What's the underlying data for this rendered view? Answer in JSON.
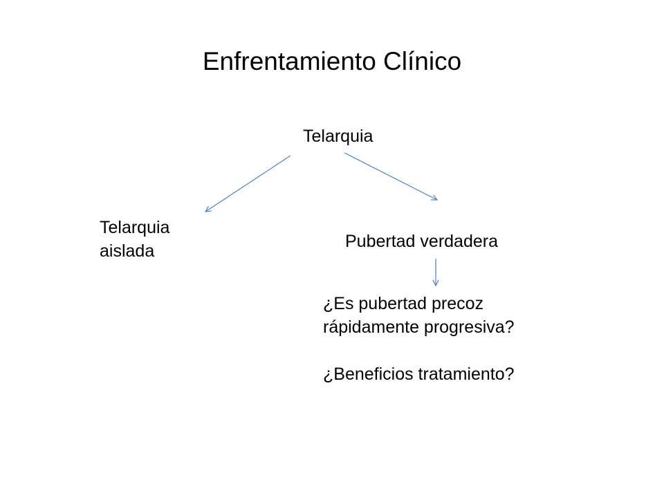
{
  "slide": {
    "title": "Enfrentamiento Clínico",
    "root_node": "Telarquia",
    "left_node": [
      "Telarquia",
      "aislada"
    ],
    "right_node": "Pubertad verdadera",
    "questions": [
      "¿Es pubertad precoz",
      "rápidamente progresiva?",
      "¿Beneficios tratamiento?"
    ],
    "arrow_color": "#4F81BD"
  }
}
